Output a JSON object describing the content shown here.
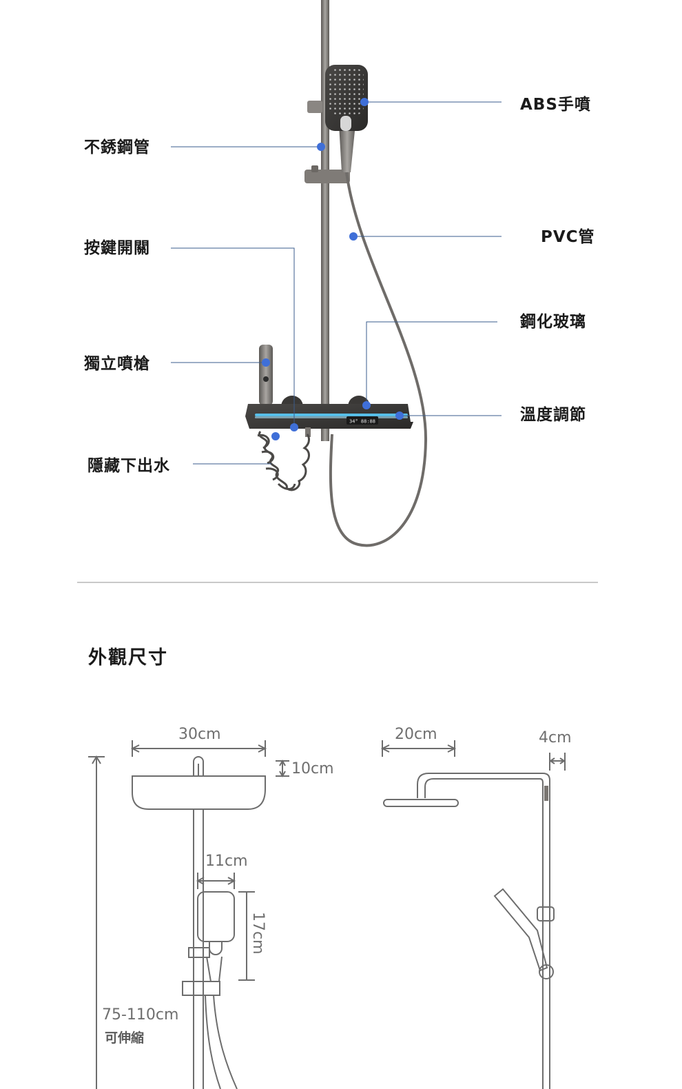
{
  "callouts": {
    "stainless_pipe": "不銹鋼管",
    "push_switch": "按鍵開關",
    "independent_spray_gun": "獨立噴槍",
    "hidden_outlet": "隱藏下出水",
    "abs_hand_shower": "ABS手噴",
    "pvc_hose": "PVC管",
    "tempered_glass": "鋼化玻璃",
    "temperature_control": "溫度調節"
  },
  "display_readout": "34° 88:88",
  "section_title": "外觀尺寸",
  "dimensions": {
    "top_shower_width": "30cm",
    "top_shower_height": "10cm",
    "hand_shower_width": "11cm",
    "hand_shower_length": "17cm",
    "height_range": "75-110cm",
    "height_note": "可伸縮",
    "arm_length": "20cm",
    "pipe_offset": "4cm"
  },
  "colors": {
    "accent_dot": "#3f6fd8",
    "leader_line": "#3a5b8c",
    "metal": "#7a7672",
    "dark_metal": "#3f3d3b",
    "glow": "#58c6f2",
    "outline": "#6d6d6d"
  }
}
